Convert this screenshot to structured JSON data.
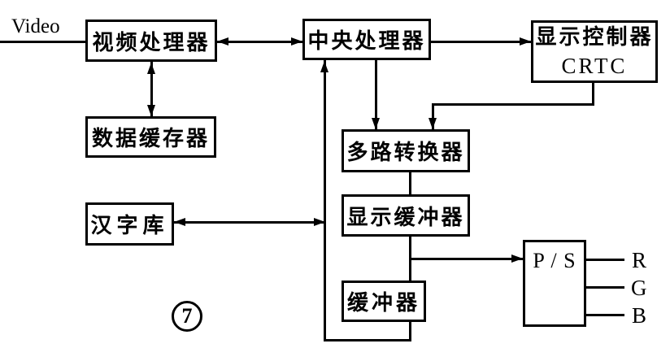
{
  "input_label": "Video",
  "figure_number": "7",
  "boxes": {
    "video_processor": {
      "label": "视频处理器"
    },
    "data_buffer": {
      "label": "数据缓存器"
    },
    "cpu": {
      "label": "中央处理器"
    },
    "display_controller": {
      "label": "显示控制器",
      "sublabel": "CRTC"
    },
    "multiplexer": {
      "label": "多路转换器"
    },
    "hanzi_library": {
      "label": "汉字库"
    },
    "display_buffer": {
      "label": "显示缓冲器"
    },
    "buffer": {
      "label": "缓冲器"
    },
    "parallel_serial": {
      "label": "P / S"
    }
  },
  "outputs": {
    "r": "R",
    "g": "G",
    "b": "B"
  },
  "colors": {
    "line": "#000000",
    "background": "#ffffff"
  },
  "connections": [
    {
      "from": "video-input",
      "to": "video_processor",
      "type": "line"
    },
    {
      "from": "video_processor",
      "to": "cpu",
      "type": "bidirectional-arrow"
    },
    {
      "from": "video_processor",
      "to": "data_buffer",
      "type": "bidirectional-arrow"
    },
    {
      "from": "cpu",
      "to": "display_controller",
      "type": "arrow"
    },
    {
      "from": "cpu",
      "to": "multiplexer",
      "type": "arrow"
    },
    {
      "from": "display_controller",
      "to": "multiplexer",
      "type": "elbow-arrow"
    },
    {
      "from": "multiplexer",
      "to": "display_buffer",
      "type": "line"
    },
    {
      "from": "display_buffer",
      "to": "buffer",
      "type": "line"
    },
    {
      "from": "display_buffer",
      "to": "parallel_serial",
      "type": "arrow"
    },
    {
      "from": "buffer",
      "to": "cpu",
      "type": "loop-arrow-up"
    },
    {
      "from": "hanzi_library",
      "to": "cpu-bus-line",
      "type": "bidirectional-arrow"
    },
    {
      "from": "parallel_serial",
      "to": "rgb-outputs",
      "type": "lines"
    }
  ]
}
